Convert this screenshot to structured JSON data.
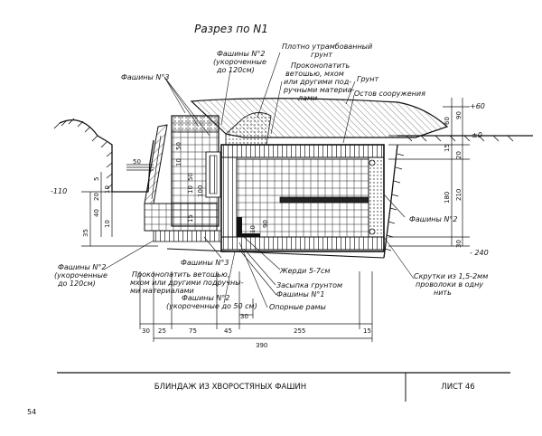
{
  "drawing": {
    "section_title": "Разрез по N1",
    "labels": {
      "fascines_2_top_a": "Фашины N°2",
      "fascines_2_top_b": "(укороченные",
      "fascines_2_top_c": "до 120см)",
      "tamped_soil_a": "Плотно утрамбованный",
      "tamped_soil_b": "грунт",
      "caulk_top_a": "Проконопатить",
      "caulk_top_b": "ветошью, мхом",
      "caulk_top_c": "или другими под-",
      "caulk_top_d": "ручными материа-",
      "caulk_top_e": "лами",
      "ground": "Грунт",
      "frame": "Остов сооружения",
      "fascines_3_top": "Фашины N°3",
      "fascines_2_right": "Фашины N°2",
      "fascines_2_left_a": "Фашины N°2",
      "fascines_2_left_b": "(укороченные",
      "fascines_2_left_c": "до 120см)",
      "fascines_3_bottom": "Фашины N°3",
      "caulk_bottom_a": "Проконопатить ветошью,",
      "caulk_bottom_b": "мхом или другими подручны-",
      "caulk_bottom_c": "ми материалами",
      "fascines_2_bottom_a": "Фашины N°2",
      "fascines_2_bottom_b": "(укороченные до 50 см)",
      "poles": "Жерди 5-7см",
      "backfill": "Засыпка грунтом",
      "fascines_1": "Фашины N°1",
      "support_frames": "Опорные рамы",
      "twists_a": "Скрутки из 1,5-2мм",
      "twists_b": "проволоки в одну",
      "twists_c": "нить"
    },
    "elevations": {
      "plus60": "+60",
      "zero": "±0",
      "minus110": "-110",
      "minus240": "- 240"
    },
    "dims_right": [
      "60",
      "90",
      "15",
      "20",
      "180",
      "210",
      "30"
    ],
    "dims_left": [
      "50",
      "5",
      "10",
      "20",
      "40",
      "10",
      "35"
    ],
    "dims_inner": [
      "50",
      "10",
      "50",
      "10",
      "15",
      "100",
      "90",
      "10"
    ],
    "dims_bottom": [
      "30",
      "25",
      "75",
      "45",
      "255",
      "15"
    ],
    "dim_total": "390",
    "dim_30_lower": "30"
  },
  "footer": {
    "title": "БЛИНДАЖ ИЗ ХВОРОСТЯНЫХ ФАШИН",
    "sheet": "ЛИСТ 46",
    "page_number": "54"
  }
}
